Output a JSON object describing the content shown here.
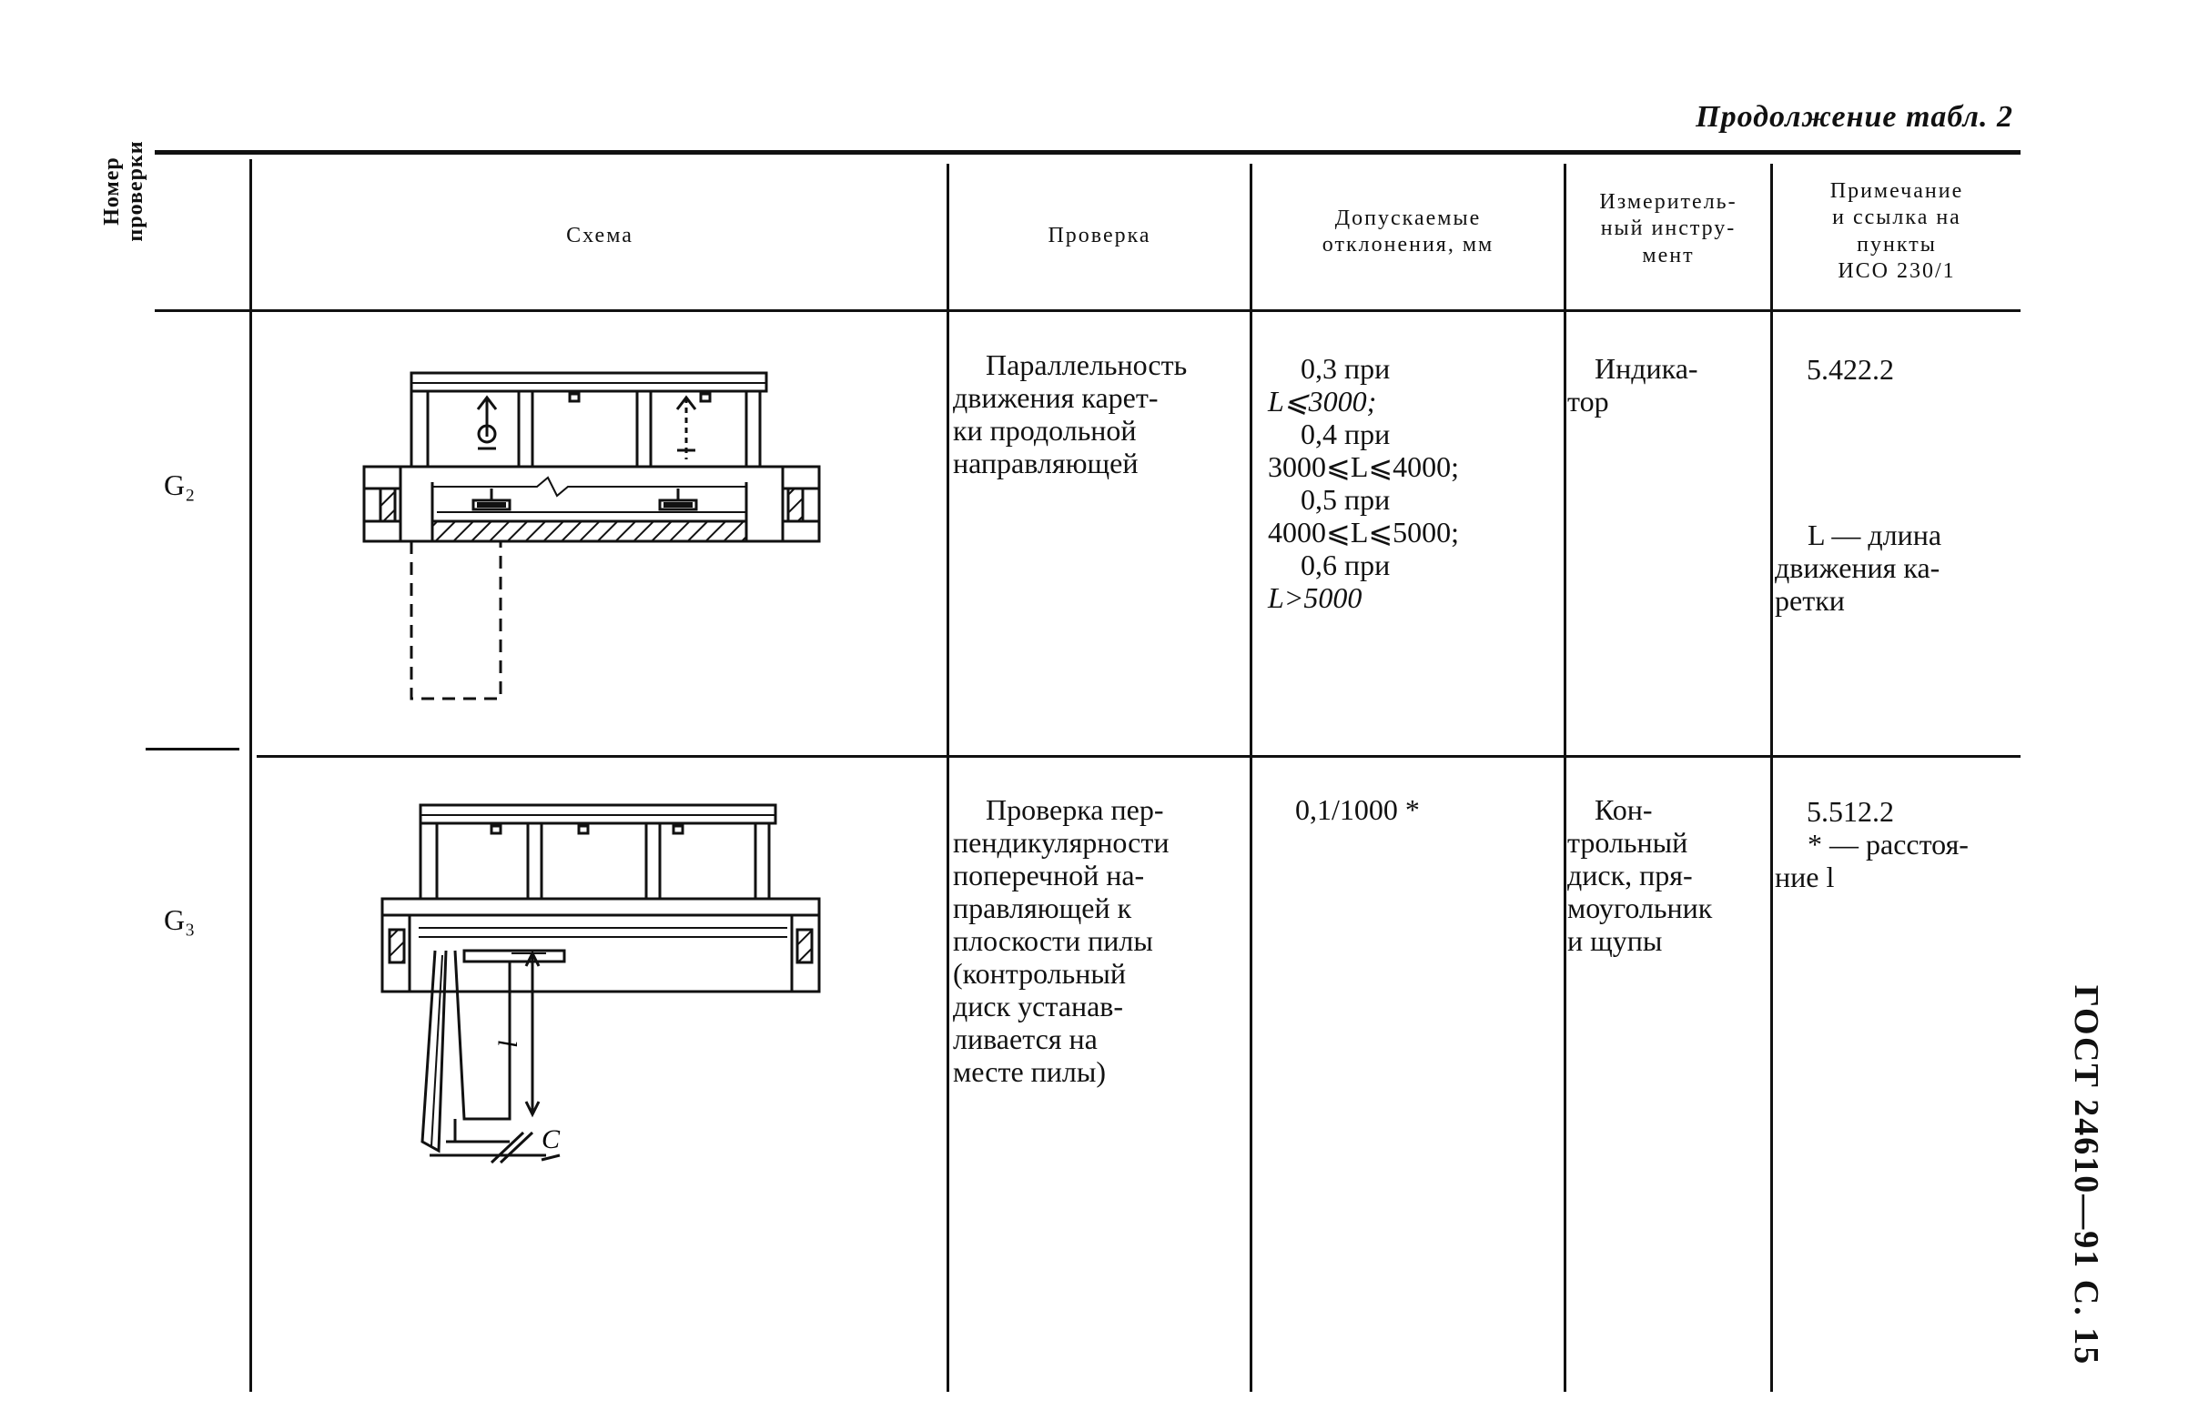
{
  "header": {
    "continuation": "Продолжение табл. 2",
    "columns": {
      "number": [
        "Номер",
        "проверки"
      ],
      "scheme": "Схема",
      "check": "Проверка",
      "tolerance": [
        "Допускаемые",
        "отклонения, мм"
      ],
      "instrument": [
        "Измеритель-",
        "ный инстру-",
        "мент"
      ],
      "note": [
        "Примечание",
        "и ссылка на",
        "пункты",
        "ИСО 230/1"
      ]
    }
  },
  "rows": [
    {
      "number": "G₂",
      "check": [
        "Параллельность",
        "движения карет-",
        "ки продольной",
        "направляющей"
      ],
      "tolerance": [
        "0,3 при",
        "L⩽3000;",
        "0,4 при",
        "3000⩽L⩽4000;",
        "0,5 при",
        "4000⩽L⩽5000;",
        "0,6 при",
        "L>5000"
      ],
      "instrument": [
        "Индика-",
        "тор"
      ],
      "note_ref": "5.422.2",
      "note_text": [
        "L — длина",
        "движения ка-",
        "ретки"
      ]
    },
    {
      "number": "G₃",
      "check": [
        "Проверка пер-",
        "пендикулярности",
        "поперечной на-",
        "правляющей к",
        "плоскости пилы",
        "(контрольный",
        "диск устанав-",
        "ливается на",
        "месте пилы)"
      ],
      "tolerance": [
        "0,1/1000 *"
      ],
      "instrument": [
        "Кон-",
        "трольный",
        "диск, пря-",
        "моугольник",
        "и щупы"
      ],
      "note_ref": "5.512.2",
      "note_text": [
        "* — расстоя-",
        "ние l"
      ],
      "diagram_labels": {
        "length": "l",
        "clearance": "C"
      }
    }
  ],
  "footer": {
    "gost": "ГОСТ 24610—91 С. 15"
  }
}
